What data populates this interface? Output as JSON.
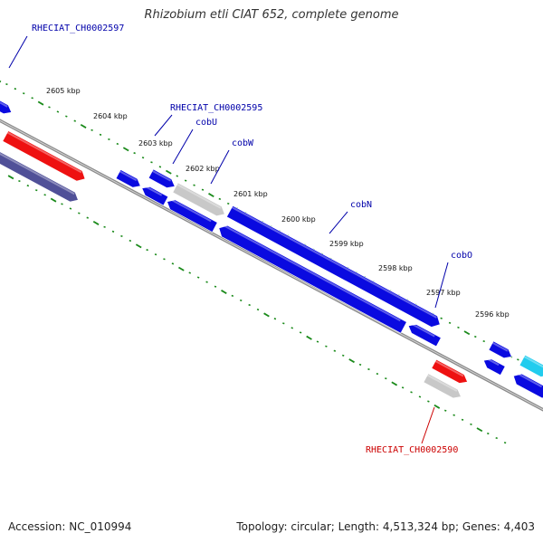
{
  "title": "Rhizobium etli CIAT 652, complete genome",
  "footer": {
    "accession": "Accession: NC_010994",
    "summary": "Topology: circular; Length: 4,513,324 bp; Genes: 4,403"
  },
  "colors": {
    "forward_gene": "#0a0ae0",
    "reverse_gene": "#0a0ae0",
    "pseudo_gene": "#c8c8c8",
    "rna_gene": "#ee1111",
    "highlight_gene": "#22ccee",
    "other_gene": "#505098",
    "backbone": "#8a8a8a",
    "ticks": "#1a8a1a",
    "label_blue": "#0000aa",
    "label_red": "#cc0000"
  },
  "tick_labels": [
    "2605 kbp",
    "2604 kbp",
    "2603 kbp",
    "2602 kbp",
    "2601 kbp",
    "2600 kbp",
    "2599 kbp",
    "2598 kbp",
    "2597 kbp",
    "2596 kbp"
  ],
  "gene_labels": [
    {
      "text": "RHECIAT_CH0002597",
      "color": "label_blue"
    },
    {
      "text": "RHECIAT_CH0002595",
      "color": "label_blue"
    },
    {
      "text": "cobU",
      "color": "label_blue"
    },
    {
      "text": "cobW",
      "color": "label_blue"
    },
    {
      "text": "cobN",
      "color": "label_blue"
    },
    {
      "text": "cobO",
      "color": "label_blue"
    },
    {
      "text": "RHECIAT_CH0002590",
      "color": "label_red"
    }
  ]
}
